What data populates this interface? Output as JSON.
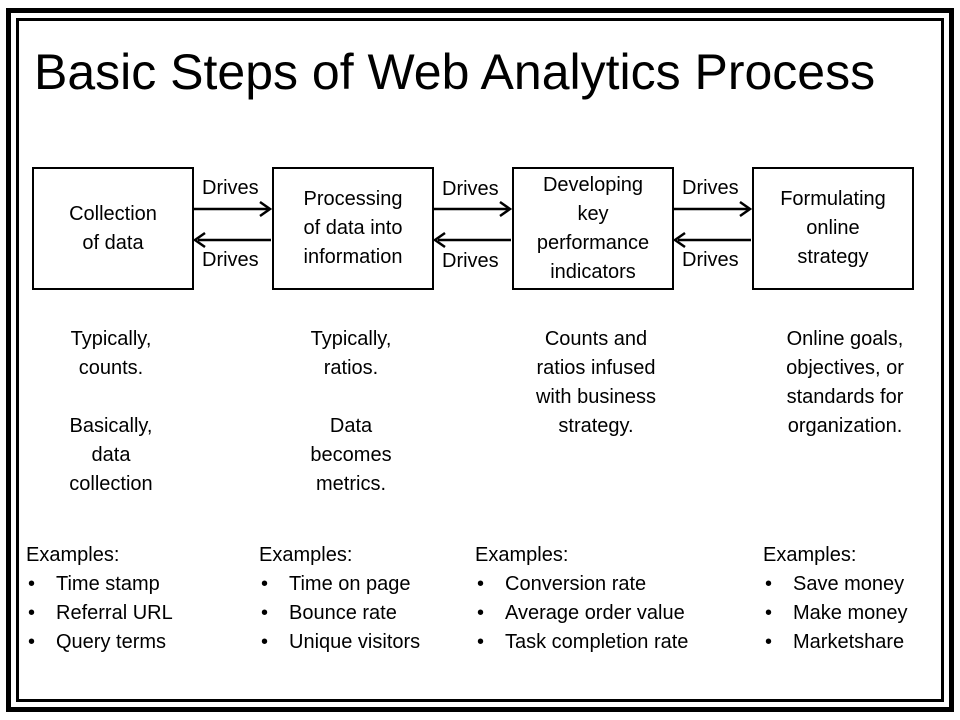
{
  "title": "Basic Steps of Web Analytics Process",
  "connector_label": "Drives",
  "steps": [
    {
      "lines": [
        "Collection",
        "of data"
      ],
      "description": [
        "Typically,",
        "counts.",
        "",
        "Basically,",
        "data",
        "collection"
      ],
      "examples_heading": "Examples:",
      "examples": [
        "Time stamp",
        "Referral URL",
        "Query terms"
      ]
    },
    {
      "lines": [
        "Processing",
        "of data into",
        "information"
      ],
      "description": [
        "Typically,",
        "ratios.",
        "",
        "Data",
        "becomes",
        "metrics."
      ],
      "examples_heading": "Examples:",
      "examples": [
        "Time on page",
        "Bounce rate",
        "Unique visitors"
      ]
    },
    {
      "lines": [
        "Developing",
        "key",
        "performance",
        "indicators"
      ],
      "description": [
        "Counts and",
        "ratios infused",
        "with business",
        "strategy."
      ],
      "examples_heading": "Examples:",
      "examples": [
        "Conversion rate",
        "Average order value",
        "Task completion rate"
      ]
    },
    {
      "lines": [
        "Formulating",
        "online",
        "strategy"
      ],
      "description": [
        "Online goals,",
        "objectives, or",
        "standards for",
        "organization."
      ],
      "examples_heading": "Examples:",
      "examples": [
        "Save money",
        "Make money",
        "Marketshare"
      ]
    }
  ]
}
